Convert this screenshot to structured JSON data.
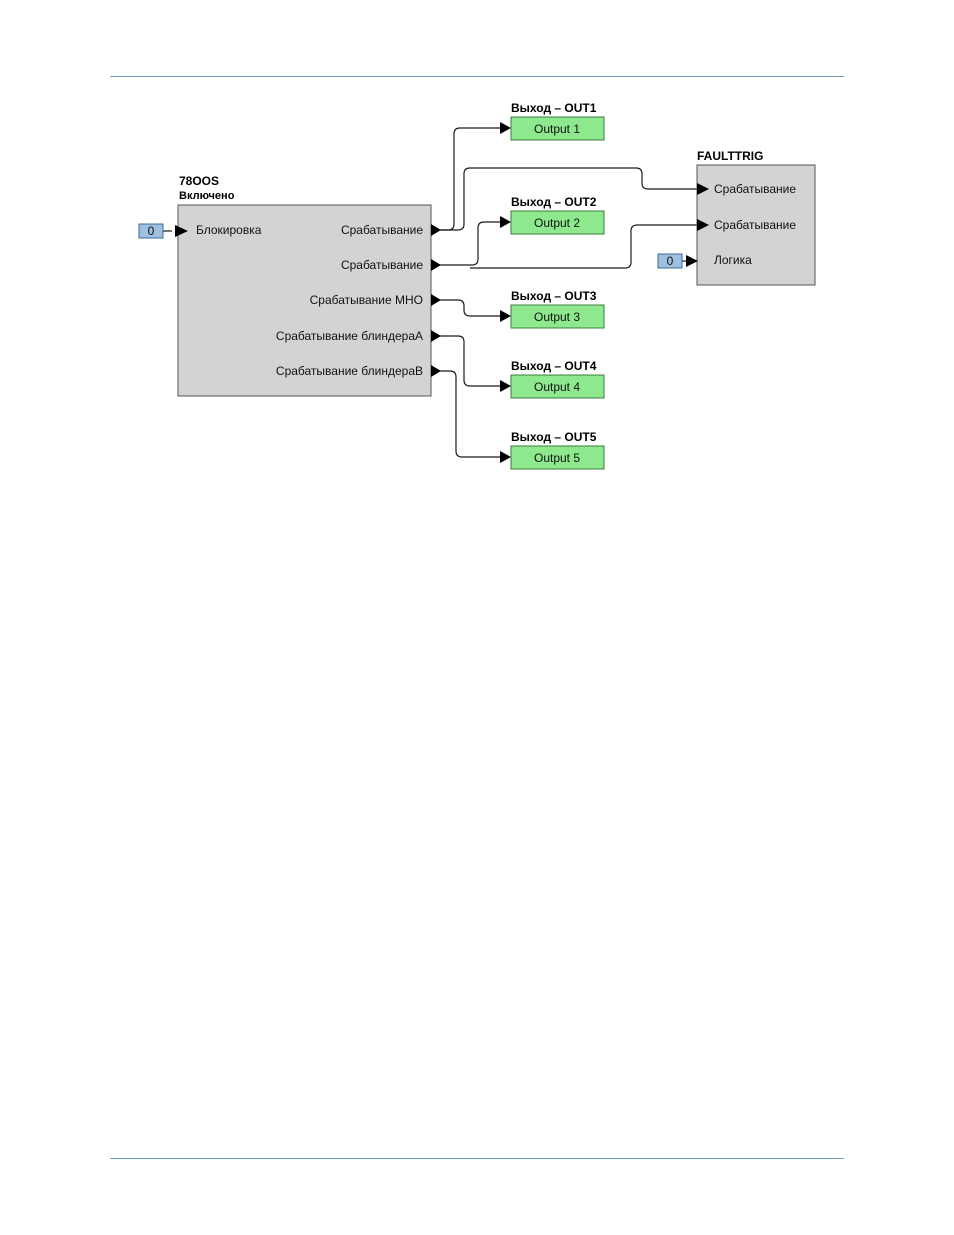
{
  "block_main": {
    "title": "78OOS",
    "subtitle": "Включено",
    "input_label": "Блокировка",
    "input_const": "0",
    "outputs": [
      "Срабатывание",
      "Срабатывание",
      "Срабатывание МНО",
      "Срабатывание блиндераA",
      "Срабатывание блиндераB"
    ]
  },
  "block_faulttrig": {
    "title": "FAULTTRIG",
    "inputs": [
      "Срабатывание",
      "Срабатывание",
      "Логика"
    ],
    "logic_const": "0"
  },
  "output_blocks": [
    {
      "header": "Выход – OUT1",
      "label": "Output 1"
    },
    {
      "header": "Выход – OUT2",
      "label": "Output 2"
    },
    {
      "header": "Выход – OUT3",
      "label": "Output 3"
    },
    {
      "header": "Выход – OUT4",
      "label": "Output 4"
    },
    {
      "header": "Выход – OUT5",
      "label": "Output 5"
    }
  ],
  "colors": {
    "block_fill": "#d3d3d3",
    "output_fill": "#8ee88e",
    "const_fill": "#9ec0e2",
    "rule": "#6e9ec8"
  }
}
